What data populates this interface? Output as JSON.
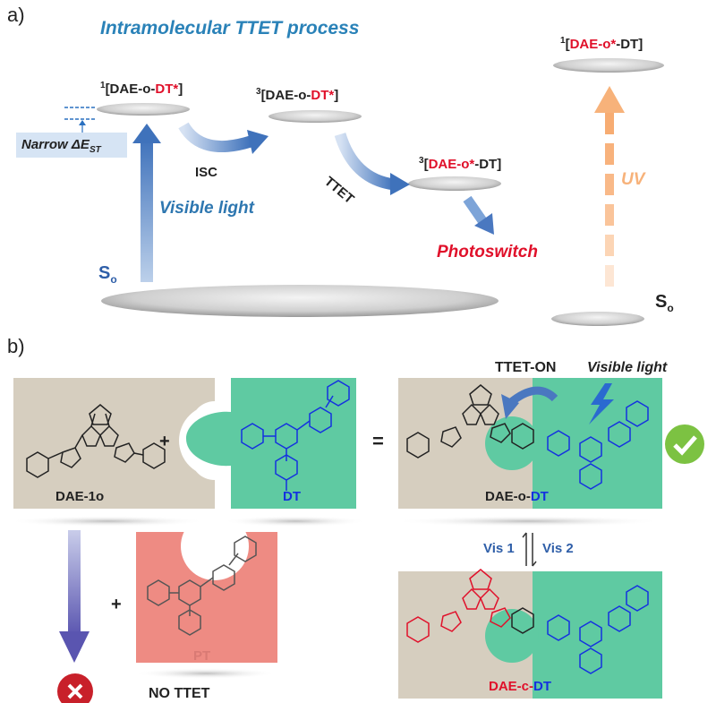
{
  "panel_a": {
    "label": "a)",
    "title": "Intramolecular TTET process",
    "s1_dt": {
      "sup": "1",
      "pre": "[DAE-o-",
      "hl": "DT*",
      "post": "]"
    },
    "t1_dt": {
      "sup": "3",
      "pre": "[DAE-o-",
      "hl": "DT*",
      "post": "]"
    },
    "t1_dae": {
      "sup": "3",
      "pre": "[",
      "hl": "DAE-o*",
      "post": "-DT]"
    },
    "s1_dae": {
      "sup": "1",
      "pre": "[",
      "hl": "DAE-o*",
      "post": "-DT]"
    },
    "narrow": "Narrow ΔE",
    "narrow_sub": "ST",
    "isc": "ISC",
    "ttet": "TTET",
    "visible_light": "Visible light",
    "photoswitch": "Photoswitch",
    "uv": "UV",
    "s0": "S",
    "s0_sub": "o",
    "s0_right": "S",
    "s0_right_sub": "o"
  },
  "panel_b": {
    "label": "b)",
    "dae1o": "DAE-1o",
    "dt": "DT",
    "plus1": "+",
    "equals": "=",
    "ttet_on": "TTET-ON",
    "visible_light": "Visible light",
    "dae_o_dt_pre": "DAE-o-",
    "dae_o_dt_hl": "DT",
    "vis1": "Vis 1",
    "vis2": "Vis 2",
    "plus2": "+",
    "pt": "PT",
    "no_ttet": "NO TTET",
    "dae_c_dt_a": "DAE-c-",
    "dae_c_dt_b": "DT"
  },
  "colors": {
    "tan": "#d6cebf",
    "teal": "#5fcaa2",
    "salmon": "#ee8b83",
    "blue_arrow": "#4a78c0",
    "orange_arrow": "#f7b27a",
    "red": "#e0102a",
    "mol_blue": "#1431e0",
    "check_green": "#7cc242",
    "cross_red": "#c8202a"
  }
}
